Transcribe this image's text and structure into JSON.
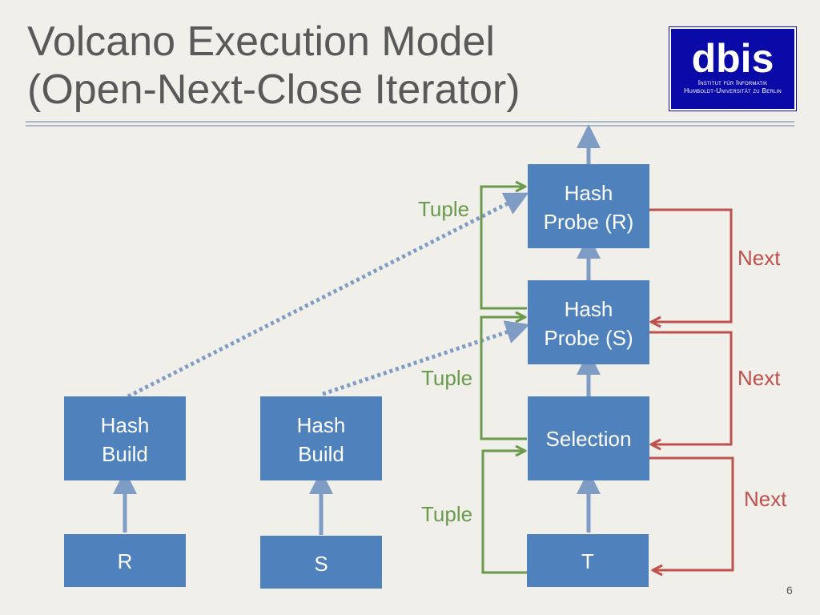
{
  "slide": {
    "title_line1": "Volcano Execution Model",
    "title_line2": "(Open-Next-Close Iterator)",
    "page_number": "6"
  },
  "logo": {
    "word": "dbis",
    "line1": "Institut für Informatik",
    "line2": "Humboldt-Universität zu Berlin"
  },
  "diagram": {
    "boxes": {
      "hash_probe_r": [
        "Hash",
        "Probe (R)"
      ],
      "hash_probe_s": [
        "Hash",
        "Probe (S)"
      ],
      "selection": [
        "Selection"
      ],
      "t": [
        "T"
      ],
      "hash_build_r": [
        "Hash",
        "Build"
      ],
      "hash_build_s": [
        "Hash",
        "Build"
      ],
      "r": [
        "R"
      ],
      "s": [
        "S"
      ]
    },
    "tuple_labels": [
      "Tuple",
      "Tuple",
      "Tuple"
    ],
    "next_labels": [
      "Next",
      "Next",
      "Next"
    ]
  },
  "colors": {
    "box_fill": "#4f81bd",
    "arrow_blue": "#7f9cc4",
    "tuple_green": "#6a9a4c",
    "next_red": "#c0504d",
    "logo_blue": "#0a0aa8"
  }
}
